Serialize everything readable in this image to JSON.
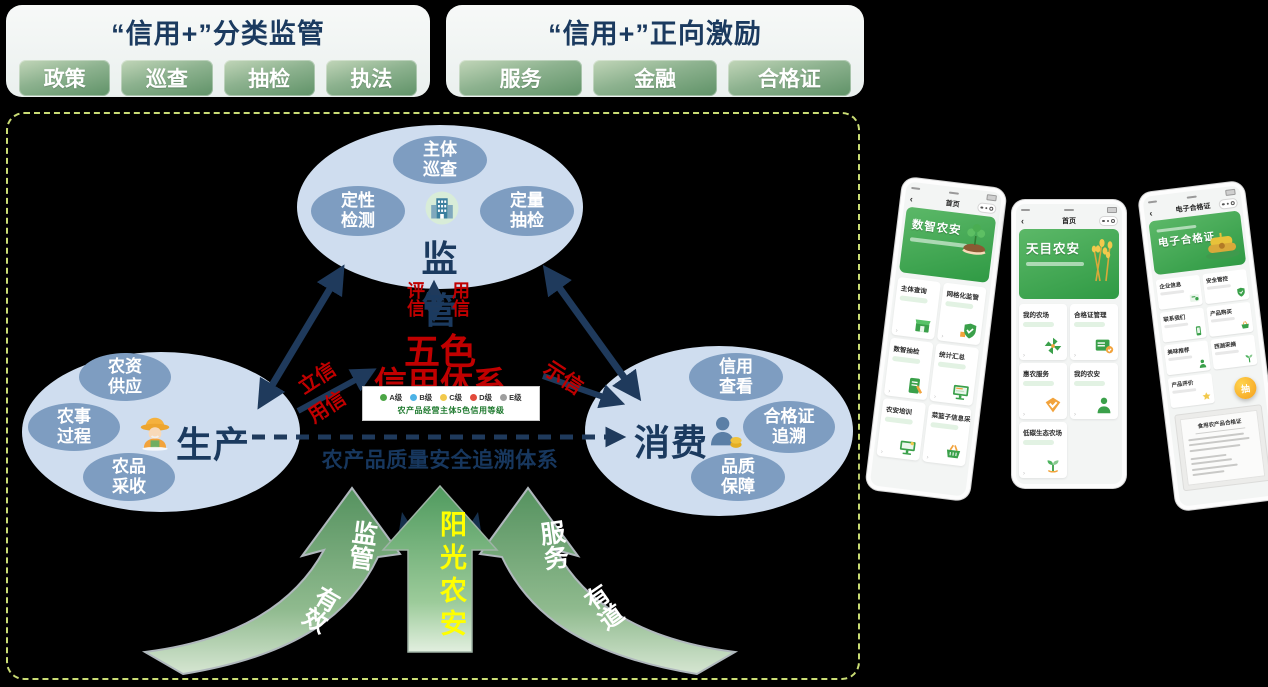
{
  "colors": {
    "navy": "#1F3A5C",
    "red": "#C00000",
    "ellipse_light": "#CFDDEF",
    "ellipse_mid": "#7E9DC1",
    "dashed_border": "#C9DC74",
    "button_green": "#5F9267",
    "arrow_green": "#5C9E68",
    "app_green": "#3AA04A",
    "highlight_yellow": "#FFFF00",
    "fab_orange": "#F5A623",
    "legend_a": "#4CA646",
    "legend_b": "#4DB3E6",
    "legend_c": "#F2C94C",
    "legend_d": "#E24A3B",
    "legend_e": "#9E9E9E"
  },
  "panels": {
    "left": {
      "title": "“信用+”分类监管",
      "buttons": [
        "政策",
        "巡查",
        "抽检",
        "执法"
      ]
    },
    "right": {
      "title": "“信用+”正向激励",
      "buttons": [
        "服务",
        "金融",
        "合格证"
      ]
    }
  },
  "diagram": {
    "supervision": {
      "label": "监管",
      "items": [
        "主体巡查",
        "定性检测",
        "定量抽检"
      ]
    },
    "production": {
      "label": "生产",
      "items": [
        "农资供应",
        "农事过程",
        "农品采收"
      ]
    },
    "consumption": {
      "label": "消费",
      "items": [
        "信用查看",
        "合格证追溯",
        "品质保障"
      ]
    },
    "center": {
      "title_line1": "五色",
      "title_line2": "信用体系",
      "legend": {
        "items": [
          {
            "label": "A级"
          },
          {
            "label": "B级"
          },
          {
            "label": "C级"
          },
          {
            "label": "D级"
          },
          {
            "label": "E级"
          }
        ],
        "caption": "农产品经营主体5色信用等级"
      }
    },
    "edge_labels": {
      "evaluate": "评信",
      "use_top": "用信",
      "establish": "立信",
      "use_left": "用信",
      "show": "示信"
    },
    "trace_title": "农产品质量安全追溯体系",
    "bottom_arrows": {
      "left_top": "监管",
      "left_tail": "有效",
      "middle": "阳光农安",
      "right_top": "服务",
      "right_tail": "有道"
    }
  },
  "phones": [
    {
      "nav": "首页",
      "app_title": "数智农安",
      "cards": [
        {
          "title": "主体查询"
        },
        {
          "title": "网格化监管"
        },
        {
          "title": "数智抽检"
        },
        {
          "title": "统计汇总"
        },
        {
          "title": "农安培训"
        },
        {
          "title": "菜篮子信息采集"
        }
      ]
    },
    {
      "nav": "首页",
      "app_title": "天目农安",
      "cards": [
        {
          "title": "我的农场"
        },
        {
          "title": "合格证管理"
        },
        {
          "title": "惠农服务"
        },
        {
          "title": "我的农安"
        },
        {
          "title": "低碳生态农场"
        }
      ]
    },
    {
      "nav": "电子合格证",
      "app_title": "电子合格证",
      "fab": "抽",
      "items": [
        {
          "title": "企业信息"
        },
        {
          "title": "安全管控"
        },
        {
          "title": "联系我们"
        },
        {
          "title": "产品购买"
        },
        {
          "title": "美味推荐"
        },
        {
          "title": "西湖采摘"
        },
        {
          "title": "产品评价"
        }
      ],
      "cert_title": "食用农产品合格证"
    }
  ]
}
